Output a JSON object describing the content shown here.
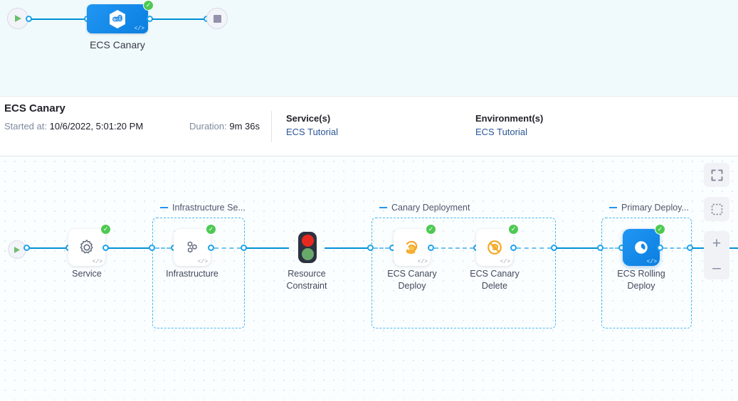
{
  "stage_strip": {
    "start_icon": "play-icon",
    "stop_icon": "stop-icon",
    "stage": {
      "label": "ECS Canary",
      "icon": "harness-hexagon-icon",
      "status": "success",
      "status_icon": "check-circle-icon",
      "code_glyph": "</>"
    }
  },
  "info": {
    "title": "ECS Canary",
    "started_key": "Started at:",
    "started_value": "10/6/2022, 5:01:20 PM",
    "duration_key": "Duration:",
    "duration_value": "9m 36s",
    "services_head": "Service(s)",
    "services_value": "ECS Tutorial",
    "environments_head": "Environment(s)",
    "environments_value": "ECS Tutorial"
  },
  "canvas": {
    "start_icon": "play-icon",
    "groups": [
      {
        "id": "infra",
        "label": "Infrastructure Se...",
        "toggle_icon": "collapse-dash-icon"
      },
      {
        "id": "canary",
        "label": "Canary Deployment",
        "toggle_icon": "collapse-dash-icon"
      },
      {
        "id": "primary",
        "label": "Primary Deploy...",
        "toggle_icon": "collapse-dash-icon"
      }
    ],
    "nodes": [
      {
        "id": "service",
        "label": "Service",
        "icon": "gear-icon",
        "status": "success",
        "selected": false,
        "code_glyph": "</>"
      },
      {
        "id": "infrastructure",
        "label": "Infrastructure",
        "icon": "hexagon-cluster-icon",
        "status": "success",
        "selected": false,
        "code_glyph": "</>"
      },
      {
        "id": "resource",
        "label": "Resource\nConstraint",
        "icon": "traffic-light-icon",
        "status": "none",
        "selected": false,
        "code_glyph": ""
      },
      {
        "id": "canary-deploy",
        "label": "ECS Canary\nDeploy",
        "icon": "canary-bird-icon",
        "status": "success",
        "selected": false,
        "code_glyph": "</>"
      },
      {
        "id": "canary-delete",
        "label": "ECS Canary\nDelete",
        "icon": "canary-bird-delete-icon",
        "status": "success",
        "selected": false,
        "code_glyph": "</>"
      },
      {
        "id": "rolling-deploy",
        "label": "ECS Rolling\nDeploy",
        "icon": "ecs-deploy-icon",
        "status": "success",
        "selected": true,
        "code_glyph": "</>"
      }
    ],
    "node_labels": {
      "service": "Service",
      "infrastructure": "Infrastructure",
      "resource_l1": "Resource",
      "resource_l2": "Constraint",
      "canary_deploy_l1": "ECS Canary",
      "canary_deploy_l2": "Deploy",
      "canary_delete_l1": "ECS Canary",
      "canary_delete_l2": "Delete",
      "rolling_l1": "ECS Rolling",
      "rolling_l2": "Deploy"
    },
    "controls": {
      "expand_icon": "fullscreen-icon",
      "fit_icon": "fit-to-screen-icon",
      "zoom_in": "+",
      "zoom_out": "–"
    }
  },
  "colors": {
    "accent_blue": "#0091d6",
    "node_blue": "#2196f3",
    "success_green": "#4dc952",
    "canary_orange": "#f5a623",
    "group_border": "#49b9f0",
    "strip_bg": "#f0fafd"
  }
}
